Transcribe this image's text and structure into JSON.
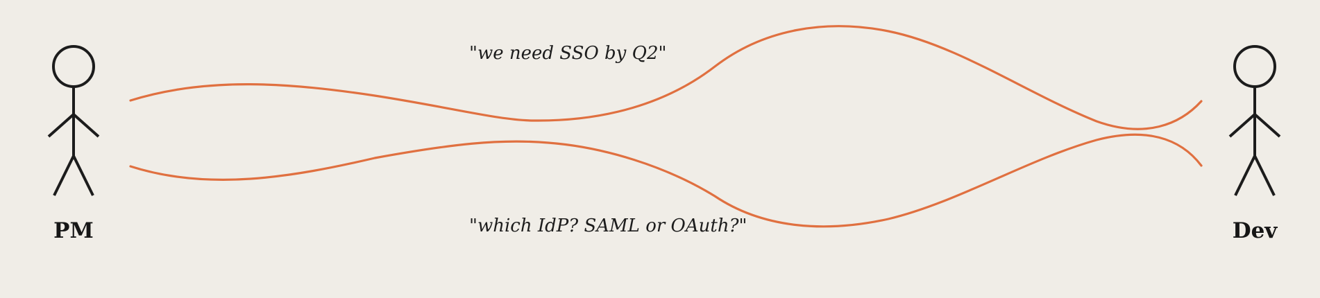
{
  "actors": {
    "left": {
      "label": "PM"
    },
    "right": {
      "label": "Dev"
    }
  },
  "messages": {
    "top_quote": "\"we need SSO by Q2\"",
    "bottom_quote": "\"which IdP? SAML or OAuth?\""
  },
  "colors": {
    "background": "#f0ede7",
    "wave": "#e07040",
    "figure": "#1c1c1c"
  }
}
